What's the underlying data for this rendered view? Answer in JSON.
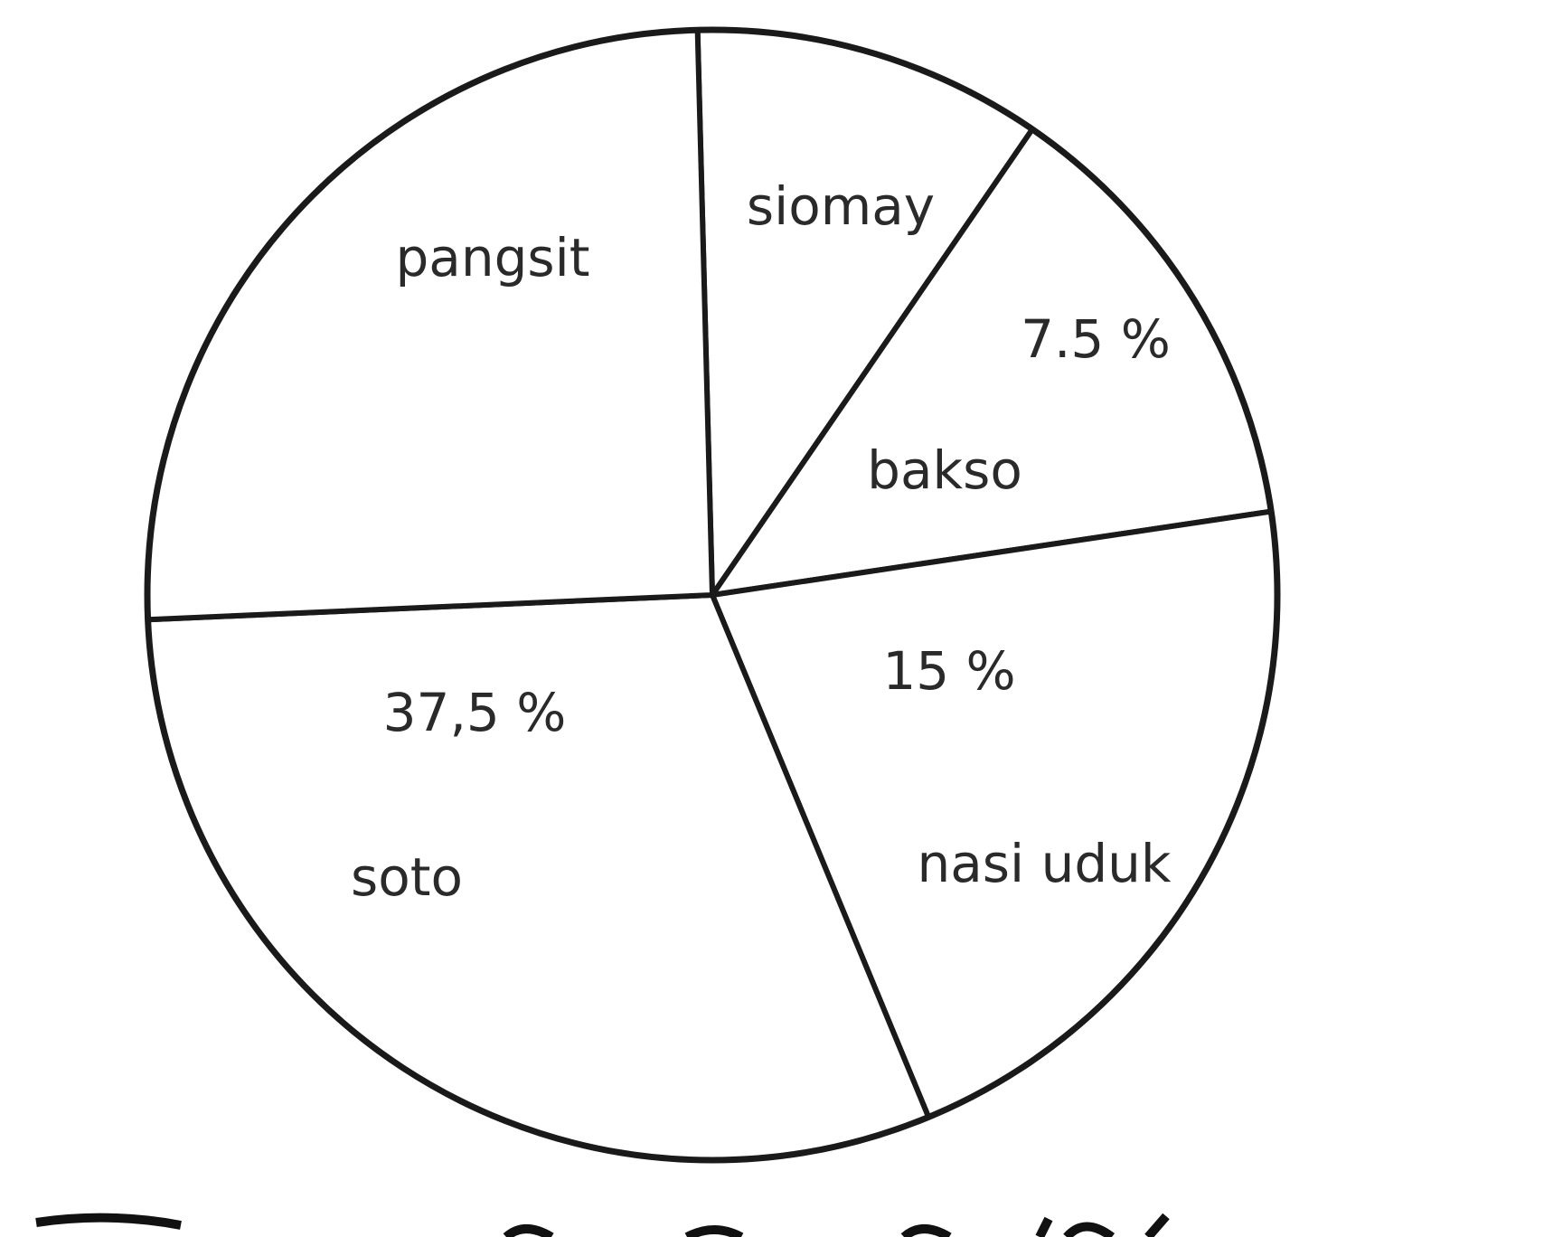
{
  "chart_data": {
    "type": "pie",
    "title": "",
    "slices": [
      {
        "label": "siomay",
        "start_deg": -1.5,
        "end_deg": 34.5
      },
      {
        "label": "bakso",
        "start_deg": 34.5,
        "end_deg": 81.5,
        "value_label": "7.5 %"
      },
      {
        "label": "nasi uduk",
        "start_deg": 81.5,
        "end_deg": 157.5,
        "value_label": "15 %"
      },
      {
        "label": "soto",
        "start_deg": 157.5,
        "end_deg": 267.5,
        "value_label": "37,5 %"
      },
      {
        "label": "pangsit",
        "start_deg": 267.5,
        "end_deg": 358.5
      }
    ],
    "stroke_color": "#1a1a1a",
    "fill_color": "#ffffff"
  }
}
